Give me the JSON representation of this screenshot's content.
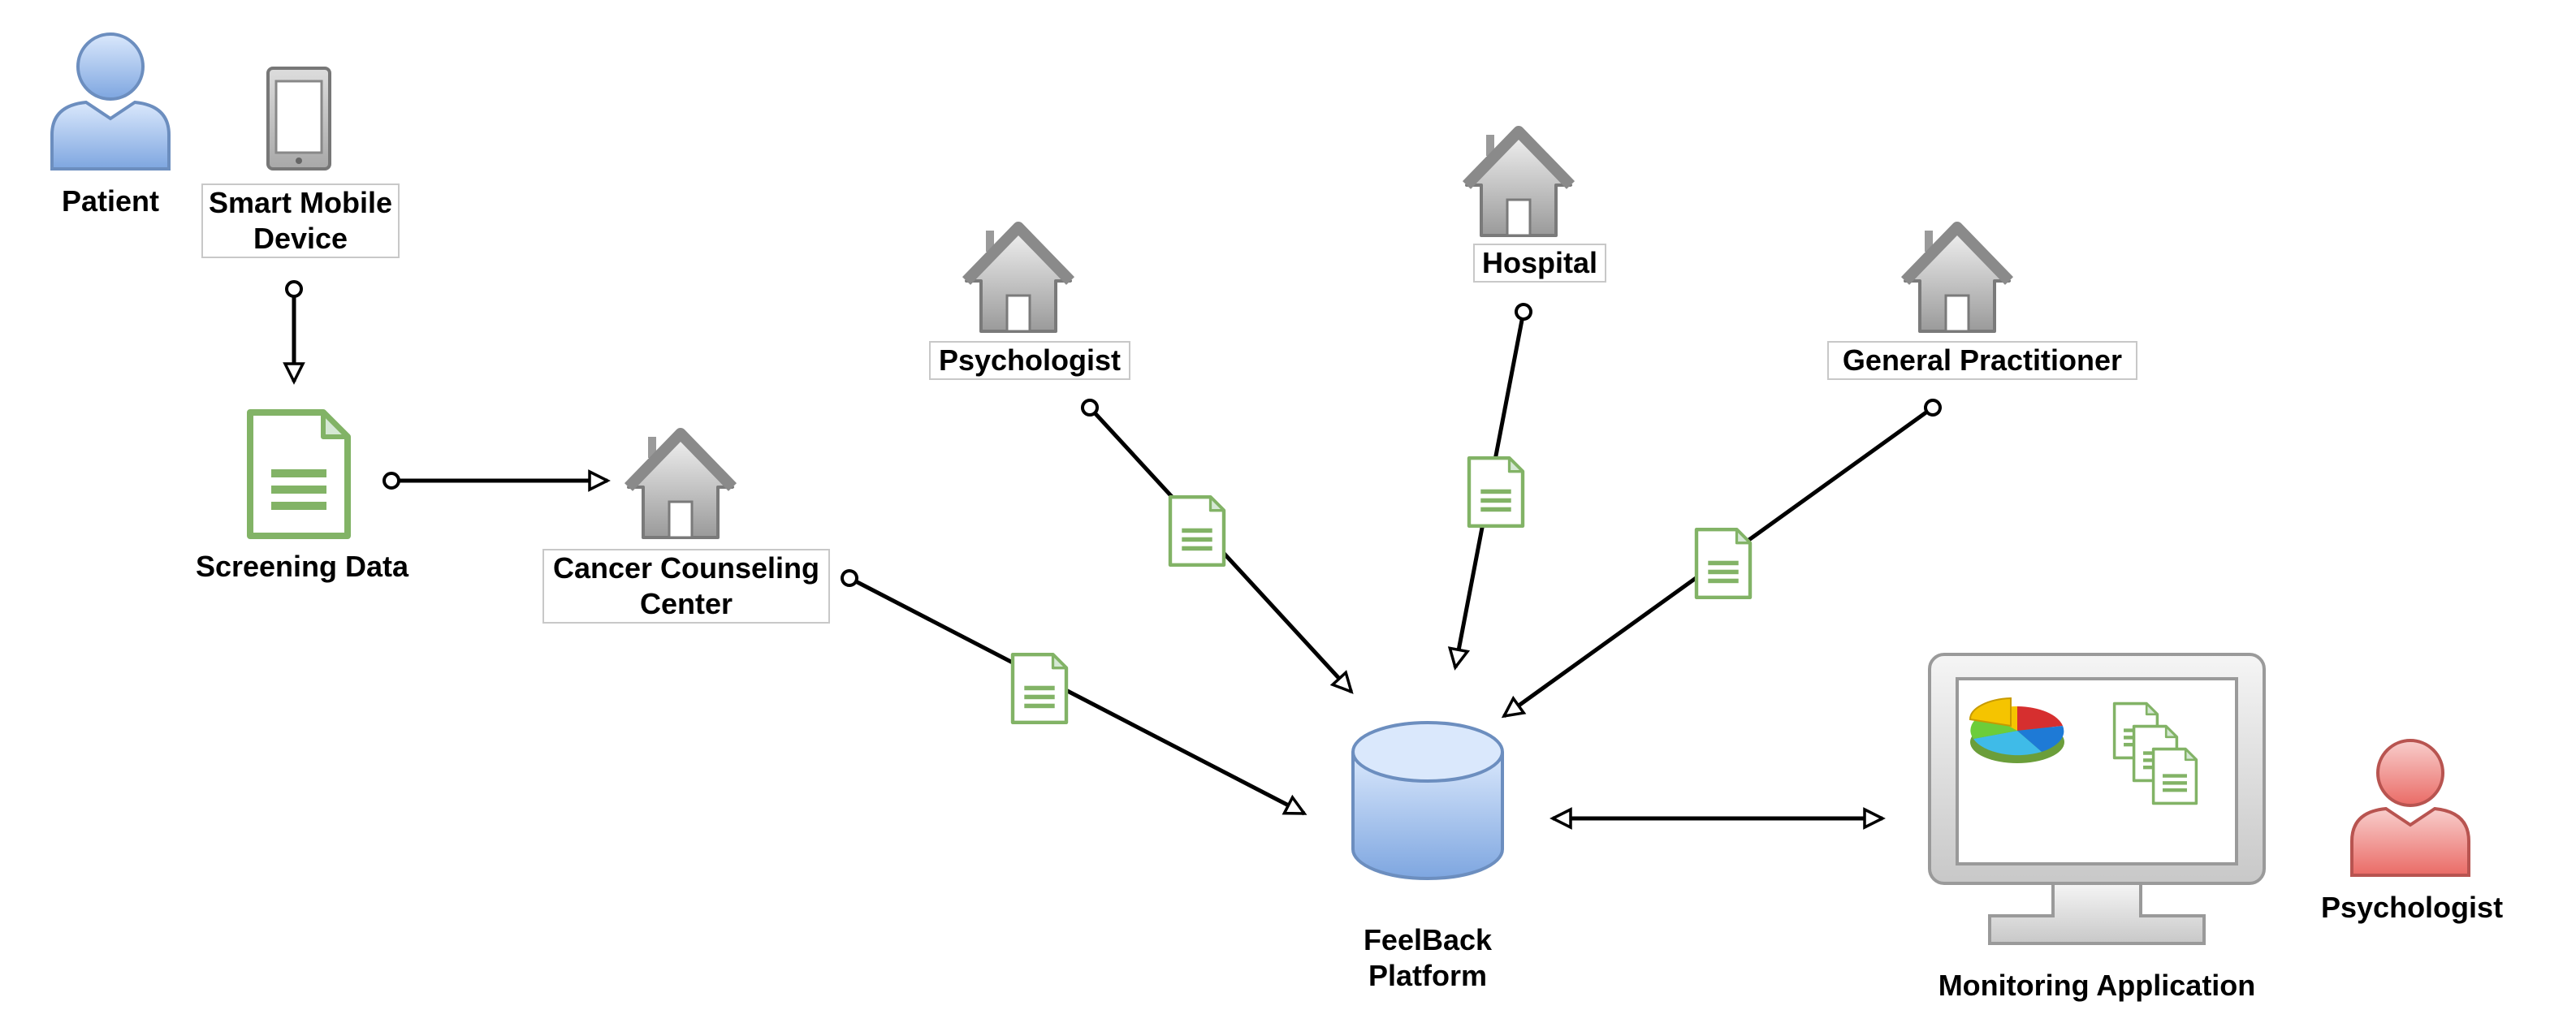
{
  "nodes": {
    "patient": {
      "label": "Patient",
      "icon": "person-icon",
      "color": "#7ea6e0"
    },
    "smart_device": {
      "line1": "Smart Mobile",
      "line2": "Device",
      "icon": "smartphone-icon"
    },
    "screening_data": {
      "label": "Screening Data",
      "icon": "document-icon"
    },
    "cancer_counseling": {
      "line1": "Cancer Counseling",
      "line2": "Center",
      "icon": "house-icon"
    },
    "psychologist_top": {
      "label": "Psychologist",
      "icon": "house-icon"
    },
    "hospital": {
      "label": "Hospital",
      "icon": "house-icon"
    },
    "general_practitioner": {
      "label": "General Practitioner",
      "icon": "house-icon"
    },
    "feelback": {
      "line1": "FeelBack",
      "line2": "Platform",
      "icon": "database-icon"
    },
    "monitoring_app": {
      "label": "Monitoring Application",
      "icon": "monitor-icon"
    },
    "psychologist_right": {
      "label": "Psychologist",
      "icon": "person-icon",
      "color": "#ea6b66"
    }
  },
  "colors": {
    "document": "#82b366",
    "document_fill": "#d5e8d4",
    "house": "#9a9a9a",
    "database": "#7ea6e0",
    "edge": "#000000"
  }
}
